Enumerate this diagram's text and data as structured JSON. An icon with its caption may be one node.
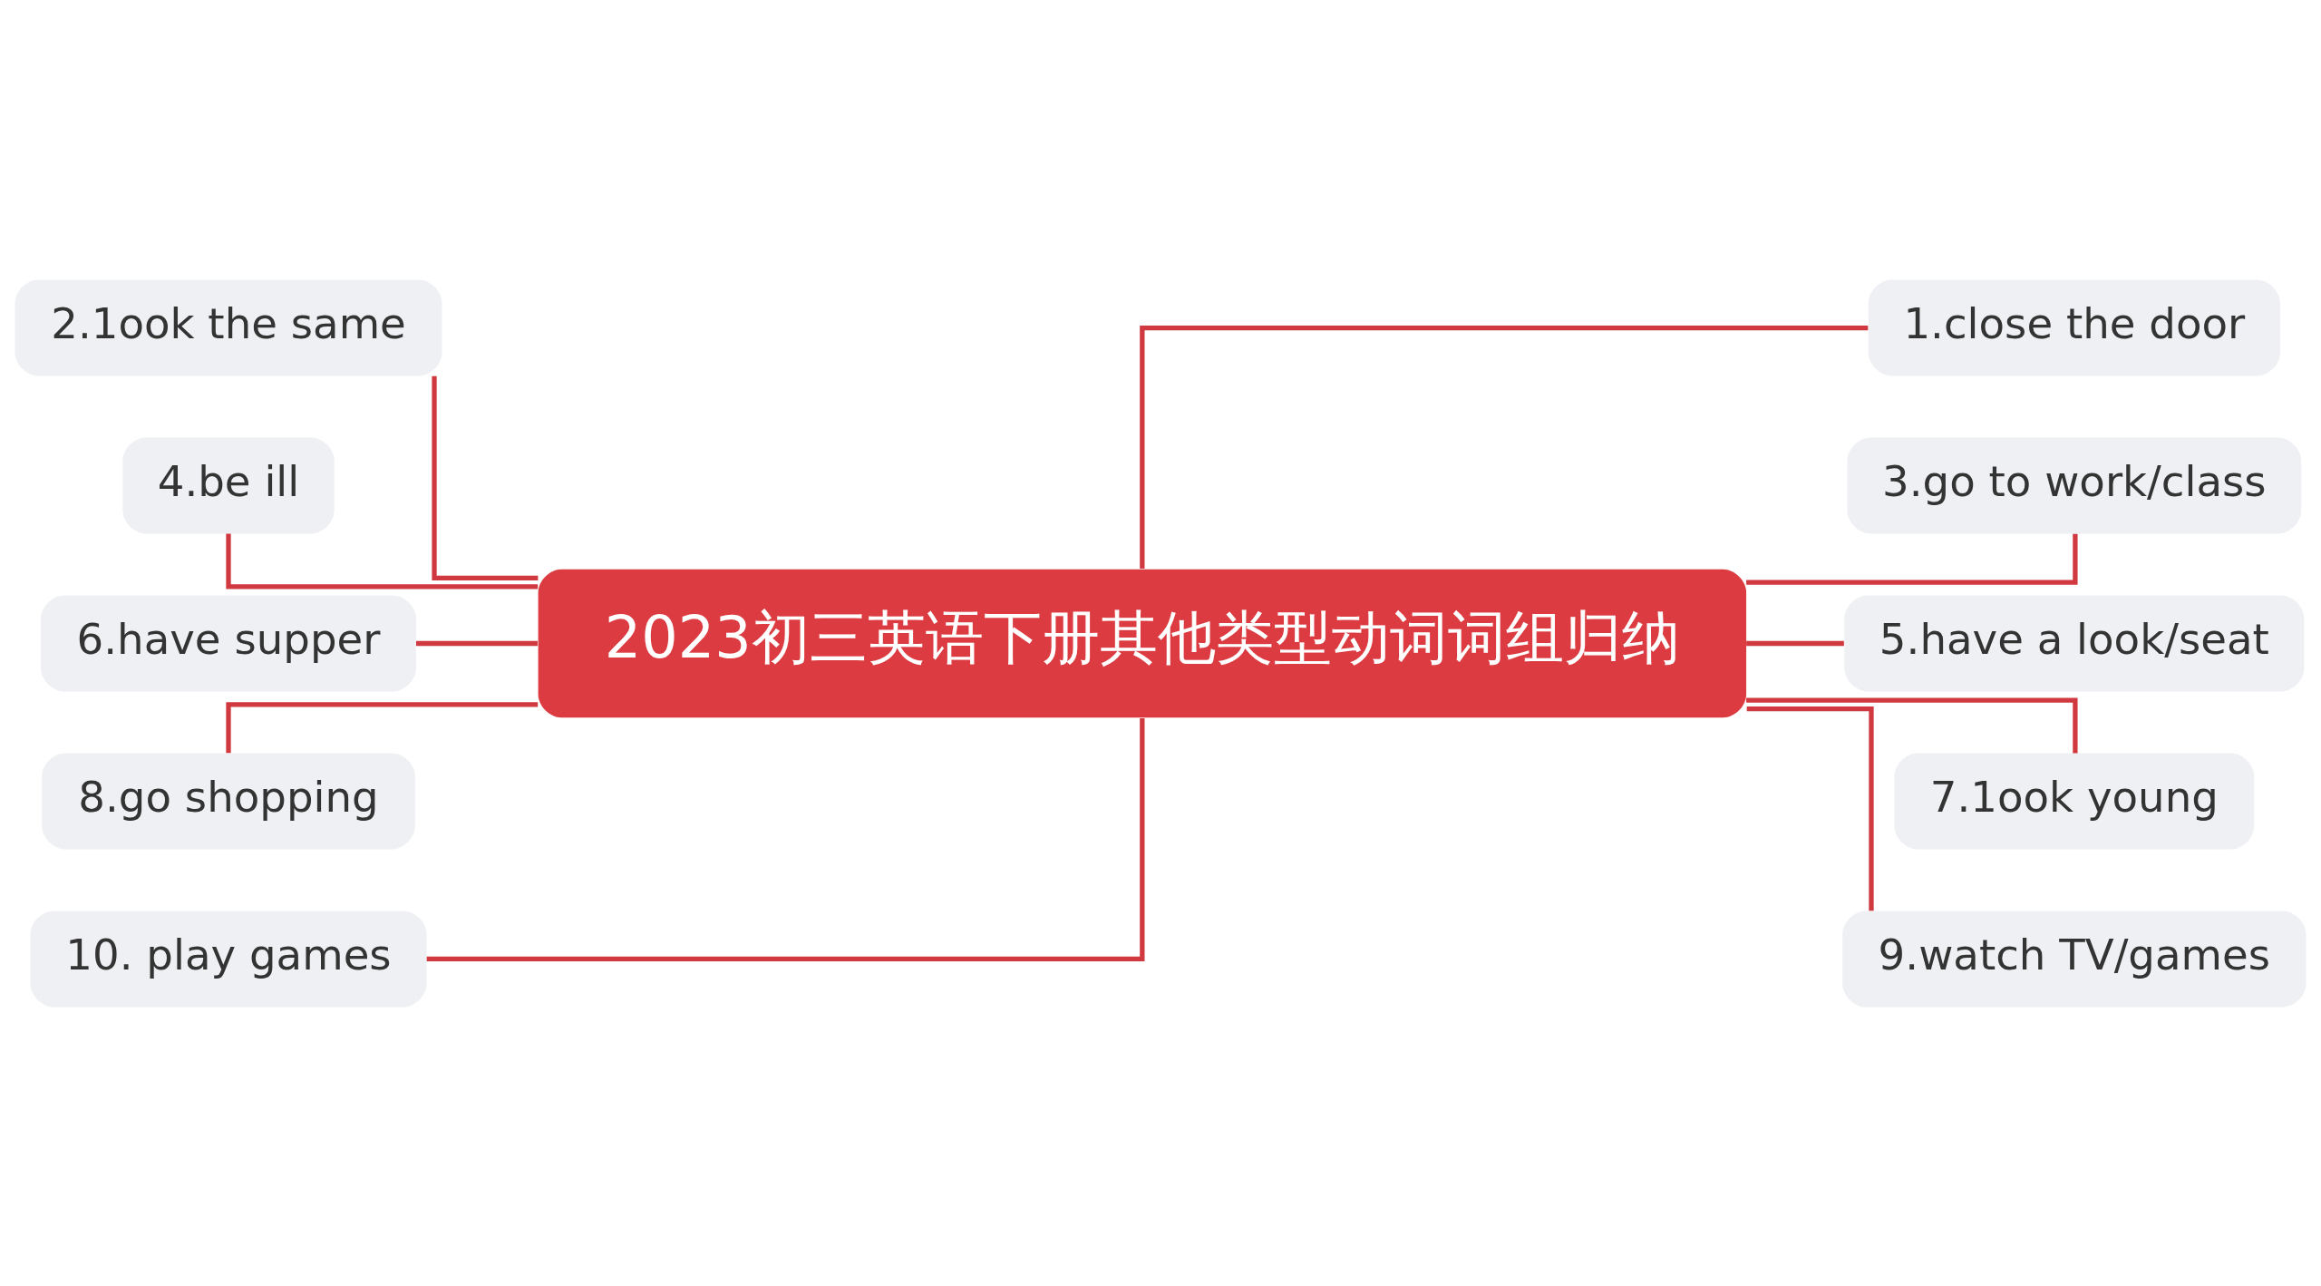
{
  "diagram": {
    "nodes": [
      {
        "text": [
          "2023初三英语下册其他类型动词词组归纳"
        ]
      },
      {
        "text": [
          "1.close the door"
        ]
      },
      {
        "text": [
          "2.1ook the same"
        ]
      },
      {
        "text": [
          "3.go to work/class"
        ]
      },
      {
        "text": [
          "4.be ill"
        ]
      },
      {
        "text": [
          "5.have a look/seat"
        ]
      },
      {
        "text": [
          "6.have supper"
        ]
      },
      {
        "text": [
          "7.1ook young"
        ]
      },
      {
        "text": [
          "8.go shopping"
        ]
      },
      {
        "text": [
          "9.watch TV/games"
        ]
      },
      {
        "text": [
          "10. play games"
        ]
      }
    ],
    "edges": [
      {
        "from": 0,
        "to": 1,
        "arrow": "none"
      },
      {
        "from": 0,
        "to": 2,
        "arrow": "none"
      },
      {
        "from": 0,
        "to": 3,
        "arrow": "none"
      },
      {
        "from": 0,
        "to": 4,
        "arrow": "none"
      },
      {
        "from": 0,
        "to": 5,
        "arrow": "none"
      },
      {
        "from": 0,
        "to": 6,
        "arrow": "none"
      },
      {
        "from": 0,
        "to": 7,
        "arrow": "none"
      },
      {
        "from": 0,
        "to": 8,
        "arrow": "none"
      },
      {
        "from": 0,
        "to": 9,
        "arrow": "none"
      },
      {
        "from": 0,
        "to": 10,
        "arrow": "none"
      }
    ]
  }
}
